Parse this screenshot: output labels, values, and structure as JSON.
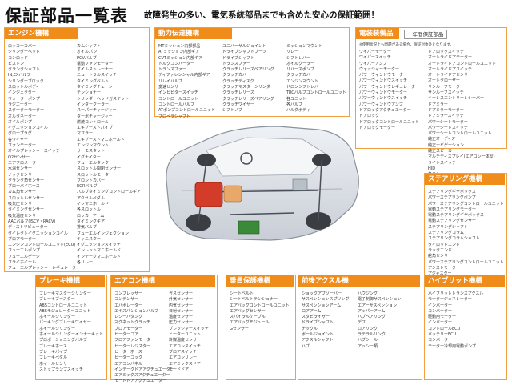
{
  "header": {
    "title": "保証部品一覧表",
    "subtitle": "故障発生の多い、電気系統部品までも含めた安心の保証範囲！"
  },
  "engine": {
    "title": "エンジン機構",
    "col1": [
      "ロッカーカバー",
      "シリンダーヘッド",
      "コンロッド",
      "ピストン",
      "クランクシャフト",
      "IN,EXバルブ",
      "シリンダーブロック",
      "スロットルボディー",
      "インジェクター",
      "ウォーターポンプ",
      "ラジエーター",
      "スターターモーター",
      "オルタネーター",
      "オイルポンプ",
      "イグニッションコイル",
      "グロープラグ",
      "各ワイヤー",
      "ファンモーター",
      "オイルプレッシャースイッチ",
      "O2センサー",
      "エアフロメーター",
      "水温センサー",
      "ノックセンサー",
      "クランク角センサー",
      "ブローバイホース",
      "カム角センサー",
      "スロットルセンサー",
      "吸気圧センサー",
      "タイミングセンサー",
      "吸気温度センサー",
      "AACバルブ(ISCV・RACV)",
      "ディストリビューター",
      "ダイレクトイグニッションコイル",
      "ブロアモーター",
      "エンジンコントロールユニット(ECU)",
      "フューエルポンプ",
      "フューエルゲージ",
      "フライホイール",
      "フューエルプレッシャーレギュレーター"
    ],
    "col2": [
      "カムシャフト",
      "オイルパン",
      "PCVバルブ",
      "電動ファンモーター",
      "オイルストレーナー",
      "ニュートラルスイッチ",
      "タイミングベルト",
      "タイミングチェーン",
      "テンショナー",
      "シリンダーヘッドガスケット",
      "インタークーラー",
      "スーパーチャージャー",
      "ターボチャージャー",
      "燃焼コントロール",
      "エキゾーストパイプ",
      "マフラー",
      "エキゾーストマニホールド",
      "エンジンマウント",
      "サーモスタット",
      "イグナイター",
      "フューエルタンク",
      "スロットル開閉センサー",
      "スロットルモーター",
      "フロントカバー",
      "EGRバルブ",
      "バルブタイミングコントロールギア",
      "アクセルペダル",
      "インマニホールド",
      "各スロットル",
      "ロッカーアーム",
      "タイミングギア",
      "排気バルブ",
      "フューエルインジェクション",
      "キャニスター",
      "イグニッションスイッチ",
      "インレットマニホールド",
      "インテークマニホールド",
      "各リレー"
    ]
  },
  "drive": {
    "title": "動力伝達機構",
    "col1": [
      "MTミッション内部部品",
      "ATミッション内部ギア",
      "CVTミッション内部ギア",
      "トルクコンバーター",
      "トランスファー",
      "ディファレンシャル内部ギア",
      "リレイバルブ",
      "変速センサー",
      "インヒビタースイッチ",
      "コントロールユニット",
      "コントロールバルブ",
      "ATポンプコントロールユニット",
      "プロペラシャフト"
    ],
    "col2": [
      "ユニバーサルジョイント",
      "ドライブシャフトブーツ",
      "ドライブシャフト",
      "トランスファー",
      "クラッチレリーズベアリング",
      "クラッチカバー",
      "クラッチディスク",
      "クラッチマスターシリンダー",
      "クラッチレリーズ",
      "クラッチレリーズベアリング",
      "クラッチワイヤー",
      "シフトノブ"
    ],
    "col3": [
      "ミッションマウント",
      "リレー",
      "シフトレバー",
      "オイルクーラー",
      "リバースポンプ",
      "クラッチカバー",
      "エンジンマウント",
      "ドロンシフトレバー",
      "TRCバルブコントロールユニット",
      "各ユニット",
      "各バルブ",
      "ハルダボディ"
    ]
  },
  "electric": {
    "title": "電装装備品",
    "badge": "一年間保証部品",
    "note": "※使用状況上も問題がある場合、保証対象外となります。",
    "col1": [
      "ワイパーモーター",
      "ワイパースイッチ",
      "ワイパーアンプ",
      "ウォッシャーモーター",
      "パワーウィンドウモーター",
      "パワーウィンドウスイッチ",
      "パワーウィンドウレギュレーター",
      "パワーウィンドウモーター",
      "パワーウィンドウスイッチ",
      "パワーウィンドウアンプ",
      "ドアロックアクチュエーター",
      "ドアロック",
      "ドアロックコントロールユニット",
      "ドアロックモーター"
    ],
    "col2": [
      "ドアロックスイッチ",
      "オートライドアモーター",
      "オートライドアコントロールユニット",
      "オートライドアスイッチ",
      "オートライドアセンサー",
      "オートクローザー",
      "サンルーフモーター",
      "サンルーフスイッチ",
      "キーレスエントリーレシーバー",
      "ドアミラー",
      "ドアミラーモーター",
      "ドアミラースイッチ",
      "パワーシートモーター",
      "パワーシートスイッチ",
      "パワーシートコントロールユニット",
      "純正オーディオ",
      "純正ナビゲーション",
      "純正スピーカー",
      "マルチディスプレイ(エアコン一体型)",
      "ライトスイッチ",
      "HID",
      "各リレー"
    ]
  },
  "steering": {
    "title": "ステアリング機構",
    "items": [
      "ステアリングギヤボックス",
      "パワーステアリングポンプ",
      "パワーステアリングコントロールユニット",
      "電動ステアリングモーター",
      "電動ステアリングギヤボックス",
      "電動ステアリングセンサー",
      "ステアリングシャフト",
      "ステアリングコラム",
      "ステアリングコラムシャフト",
      "タイロッドエンド",
      "ラックエンド",
      "舵角センサー",
      "パワーステアリングコントロールユニット",
      "アシストモーター",
      "アジャスター"
    ]
  },
  "brake": {
    "title": "ブレーキ機構",
    "items": [
      "ブレーキマスターシリンダー",
      "ブレーキブースター",
      "ABSコントロールユニット",
      "ABSモジュレーターユニット",
      "ホイールシリンダー",
      "パーキングブレーキワイヤー",
      "ホイールシリンダー",
      "ホイールシリンダーインナーキット",
      "プロポーショニングバルブ",
      "ブレーキホース",
      "ブレーキパイプ",
      "ブレーキペダル",
      "ホイールセンサー",
      "ストップランプスイッチ"
    ]
  },
  "aircon": {
    "title": "エアコン機構",
    "col1": [
      "コンプレッサー",
      "コンデンサー",
      "エバポレーター",
      "エキスパンションバルブ",
      "レシーバタンク",
      "マグネットクラッチ",
      "ブロアモーター",
      "ヒーターコア",
      "プロアファンモーター",
      "ヒーターレジスター",
      "ヒーターホース",
      "ヒーターコック",
      "エアコンパネル",
      "インテークドアアクチュエーター",
      "エアミックスアクチュエーター",
      "モードドアアクチュエーター"
    ],
    "col2": [
      "ガスセンサー",
      "外気センサー",
      "内気センサー",
      "日射センサー",
      "温度センサー",
      "圧力センサー",
      "プレッシャースイッチ",
      "ヒーターユニット",
      "冷媒温度センサー",
      "エアコンスイッチ",
      "ブロアスイッチ",
      "エアコンリレー",
      "エアミックスドア",
      "モードドア"
    ]
  },
  "safety": {
    "title": "乗員保護機構",
    "items": [
      "シートベルト",
      "シートベルトテンショナー",
      "エアバッグコントロールユニット",
      "エアバッグセンサー",
      "スパイラルケーブル",
      "エアバッグモジュール",
      "Gセンサー"
    ]
  },
  "axle": {
    "title": "前後アクスル機",
    "col1": [
      "ショックアブソーバー",
      "サスペンションスプリング",
      "サスペンションアーム",
      "ロアアーム",
      "スタビライザー",
      "ドライブシャフト",
      "ナックル",
      "ボールジョイント",
      "アクスルシャフト",
      "ハブ"
    ],
    "col2": [
      "ハウジング",
      "電子制御サスペンション",
      "エアーサスペンション",
      "アッパーアーム",
      "ハブベアリング",
      "デフ",
      "ロアリンク",
      "ラテラルリンク",
      "ハブシール",
      "アッシー類"
    ]
  },
  "hybrid": {
    "title": "ハイブリット機構",
    "items": [
      "ハイブリットトランスアクスル",
      "モータージェネレーター",
      "インバーター",
      "コンバーター",
      "駆動用モーター",
      "インバーター",
      "コントロールECU",
      "バッテリーECU",
      "コンバータ",
      "モーター冷却用電動ポンプ"
    ]
  },
  "colors": {
    "accent": "#f08c1a",
    "border": "#f0a040",
    "car_body": "#d8dde4",
    "engine": "#d43c2a",
    "component": "#3a8a3a"
  }
}
